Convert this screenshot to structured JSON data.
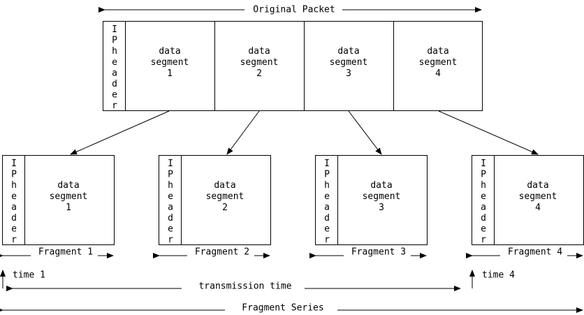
{
  "original_packet": {
    "label": "Original Packet",
    "header_label": "IPheader",
    "segments": [
      {
        "lines": [
          "data",
          "segment",
          "1"
        ]
      },
      {
        "lines": [
          "data",
          "segment",
          "2"
        ]
      },
      {
        "lines": [
          "data",
          "segment",
          "3"
        ]
      },
      {
        "lines": [
          "data",
          "segment",
          "4"
        ]
      }
    ]
  },
  "fragments": [
    {
      "header_label": "IPheader",
      "lines": [
        "data",
        "segment",
        "1"
      ],
      "label": "Fragment 1"
    },
    {
      "header_label": "IPheader",
      "lines": [
        "data",
        "segment",
        "2"
      ],
      "label": "Fragment 2"
    },
    {
      "header_label": "IPheader",
      "lines": [
        "data",
        "segment",
        "3"
      ],
      "label": "Fragment 3"
    },
    {
      "header_label": "IPheader",
      "lines": [
        "data",
        "segment",
        "4"
      ],
      "label": "Fragment 4"
    }
  ],
  "timeline": {
    "time_start": "time 1",
    "time_end": "time 4",
    "transmission_label": "transmission time",
    "series_label": "Fragment Series"
  }
}
